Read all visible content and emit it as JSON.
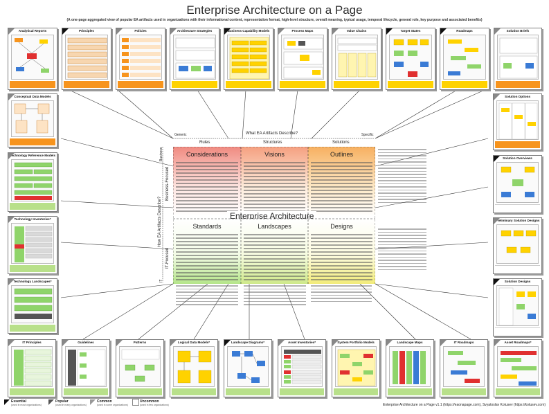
{
  "header": {
    "title": "Enterprise Architecture on a Page",
    "subtitle": "(A one-page aggregated view of popular EA artifacts used in organizations with their informational content, representation format, high-level structure, overall meaning, typical usage, temporal lifecycle, general role, key purpose and associated benefits)"
  },
  "top_cards": [
    {
      "title": "Analytical Reports"
    },
    {
      "title": "Principles"
    },
    {
      "title": "Policies"
    },
    {
      "title": "Architecture Strategies"
    },
    {
      "title": "Business Capability Models"
    },
    {
      "title": "Process Maps"
    },
    {
      "title": "Value Chains"
    },
    {
      "title": "Target States"
    },
    {
      "title": "Roadmaps"
    },
    {
      "title": "Solution Briefs"
    }
  ],
  "left_cards": [
    {
      "title": "Conceptual Data Models"
    },
    {
      "title": "Technology Reference Models"
    },
    {
      "title": "Technology Inventories*"
    },
    {
      "title": "Technology Landscapes*"
    }
  ],
  "right_cards": [
    {
      "title": "Solution Options"
    },
    {
      "title": "Solution Overviews"
    },
    {
      "title": "Preliminary Solution Designs"
    },
    {
      "title": "Solution Designs"
    }
  ],
  "bottom_cards": [
    {
      "title": "IT Principles"
    },
    {
      "title": "Guidelines"
    },
    {
      "title": "Patterns"
    },
    {
      "title": "Logical Data Models*"
    },
    {
      "title": "Landscape Diagrams*"
    },
    {
      "title": "Asset Inventories*"
    },
    {
      "title": "System Portfolio Models"
    },
    {
      "title": "Landscape Maps"
    },
    {
      "title": "IT Roadmaps"
    },
    {
      "title": "Asset Roadmaps*"
    }
  ],
  "grid": {
    "question_top": "What EA Artifacts Describe?",
    "question_left": "How EA Artifacts Describe?",
    "generic": "Generic",
    "specific": "Specific",
    "col_rules": "Rules",
    "col_structures": "Structures",
    "col_solutions": "Solutions",
    "row_business": "Business-Focused",
    "row_it": "IT-Focused",
    "axis_business": "Business",
    "axis_it": "IT",
    "center_title": "Enterprise Architecture",
    "considerations": "Considerations",
    "visions": "Visions",
    "outlines": "Outlines",
    "standards": "Standards",
    "landscapes": "Landscapes",
    "designs": "Designs"
  },
  "legend": {
    "essential": "Essential",
    "essential_sub": "(used in most organizations)",
    "popular": "Popular",
    "popular_sub": "(used in many organizations)",
    "common": "Common",
    "common_sub": "(used in some organizations)",
    "uncommon": "Uncommon",
    "uncommon_sub": "(used in few organizations)",
    "footer": "Enterprise Architecture on a Page v1.1 (https://eaonapage.com), Svyatoslav Kotusev (https://kotusev.com)"
  },
  "colors": {
    "orange": "#f7941d",
    "yellow": "#ffd200",
    "red_top": "#f08a80",
    "green": "#8fd46a"
  }
}
